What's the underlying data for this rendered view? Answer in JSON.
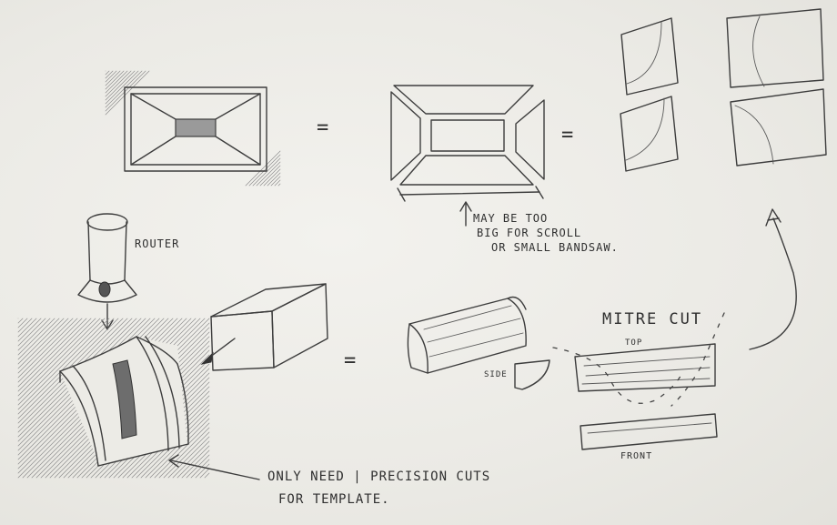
{
  "labels": {
    "equals_1": "=",
    "equals_2": "=",
    "equals_3": "=",
    "note_size_1": "MAY BE TOO",
    "note_size_2": "BIG FOR SCROLL",
    "note_size_3": "OR SMALL BANDSAW.",
    "router": "ROUTER",
    "mitre_cut": "MITRE CUT",
    "top": "TOP",
    "side": "SIDE",
    "front": "FRONT",
    "note_precision_1": "ONLY NEED | PRECISION CUTS",
    "note_precision_2": "FOR TEMPLATE."
  },
  "colors": {
    "ink": "#3d3d3d",
    "paper": "#ecebe6",
    "hatch": "#8d8d8d"
  }
}
